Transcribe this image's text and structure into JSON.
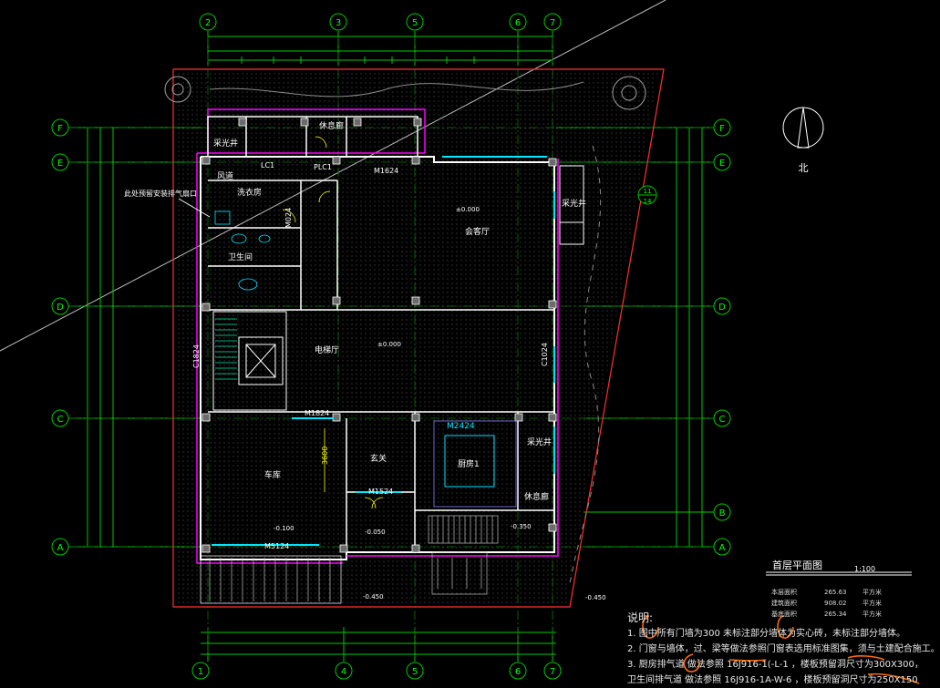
{
  "grid": {
    "columns_top": [
      "2",
      "3",
      "5",
      "6",
      "7"
    ],
    "columns_bottom": [
      "1",
      "4",
      "5",
      "6",
      "7"
    ],
    "rows_left": [
      "F",
      "E",
      "D",
      "C",
      "A"
    ],
    "rows_right": [
      "F",
      "E",
      "D",
      "C",
      "B",
      "A"
    ],
    "row_11_14": [
      "11",
      "14"
    ]
  },
  "rooms": {
    "huikt": "会客厅",
    "dianti": "电梯厅",
    "cheku": "车库",
    "xuanguan": "玄关",
    "chufang1": "厨房1",
    "chufang": "洗衣房",
    "weisheng": "卫生间",
    "xiuxi_top": "休息廊",
    "xiuxi_bottom": "休息廊",
    "caiguang1": "采光井",
    "caiguang2": "采光井",
    "caiguang3": "采光井",
    "yundao": "风道"
  },
  "door_tags": {
    "m024": "M024",
    "m1624": "M1624",
    "m1824": "M1824",
    "m2424": "M2424",
    "m5124": "M5124",
    "m1524": "M1524",
    "lc1": "LC1",
    "pl_c1": "PLC1",
    "c1824": "C1824",
    "c1024": "C1024"
  },
  "elevations": {
    "e1": "±0.000",
    "e2": "±0.000",
    "e3": "-0.100",
    "e4": "-0.050",
    "e5": "-0.350",
    "e6": "-0.450",
    "e7": "-0.450"
  },
  "side_note": "此处预留安装排气扇口",
  "north": "北",
  "dim_3600": "3600",
  "title": "首层平面图",
  "scale": "1:100",
  "area_table": {
    "r1": [
      "本层面积",
      "265.63",
      "平方米"
    ],
    "r2": [
      "建筑面积",
      "908.02",
      "平方米"
    ],
    "r3": [
      "基底面积",
      "265.34",
      "平方米"
    ]
  },
  "notes": {
    "heading": "说明:",
    "n1": "1. 图中所有门墙为300 未标注部分墙体为实心砖，未标注部分墙体。",
    "n2": "2. 门窗与墙体，过、梁等做法参照门窗表选用标准图集，须与土建配合施工。",
    "n3": "3. 厨房排气道  做法参照 16J916-1(-L-1     ，楼板预留洞尺寸为300X300，",
    "n4": "   卫生间排气道  做法参照 16J916-1A-W-6     ，楼板预留洞尺寸为250X150"
  },
  "colors": {
    "background": "#000000",
    "grid_line": "#00c800",
    "wall": "#ffffff",
    "wall_magenta": "#ff00ff",
    "dimension": "#00ff00",
    "annotation": "#ffff00",
    "marker_orange": "#ff6a00",
    "window_cyan": "#00e5ff"
  }
}
